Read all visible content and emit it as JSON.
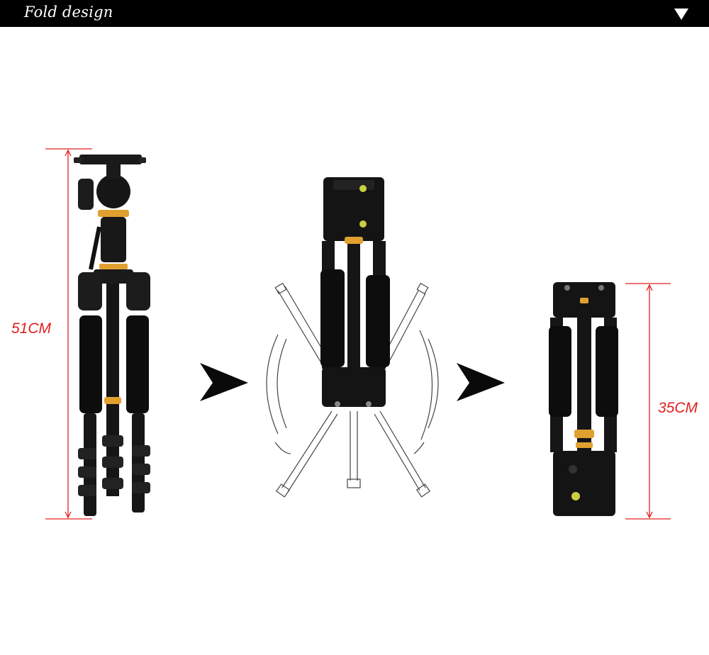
{
  "header": {
    "title": "Fold design",
    "caret_icon": "triangle-down-icon"
  },
  "dimensions": {
    "unfolded_height": "51CM",
    "folded_height": "35CM"
  },
  "colors": {
    "header_bg": "#000000",
    "dimension_red": "#e02020",
    "tripod_black": "#111111",
    "accent_gold": "#e0a030"
  }
}
